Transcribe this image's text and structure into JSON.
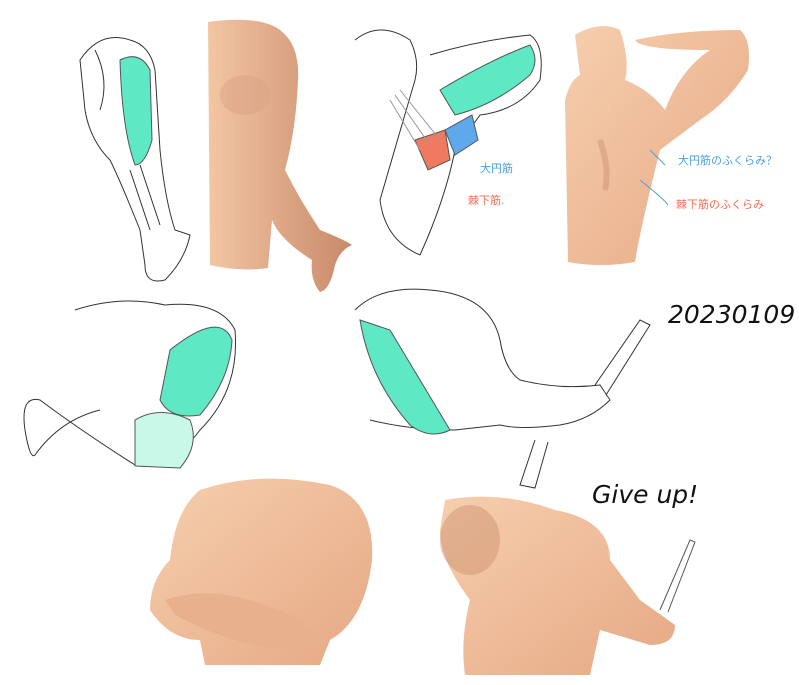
{
  "annotations": {
    "teres_major": "大円筋",
    "infraspinatus": "棘下筋.",
    "teres_major_bulge": "大円筋のふくらみ？",
    "infraspinatus_bulge": "棘下筋のふくらみ"
  },
  "date": "20230109",
  "give_up": "Give up!",
  "colors": {
    "skin": "#f2c4a0",
    "skin_shadow": "#c98e6c",
    "muscle_teal": "#5fe8c4",
    "muscle_red": "#f07a60",
    "muscle_blue": "#5ea8ec",
    "blue_note": "#4a9fe0",
    "red_note": "#ef6f55"
  }
}
